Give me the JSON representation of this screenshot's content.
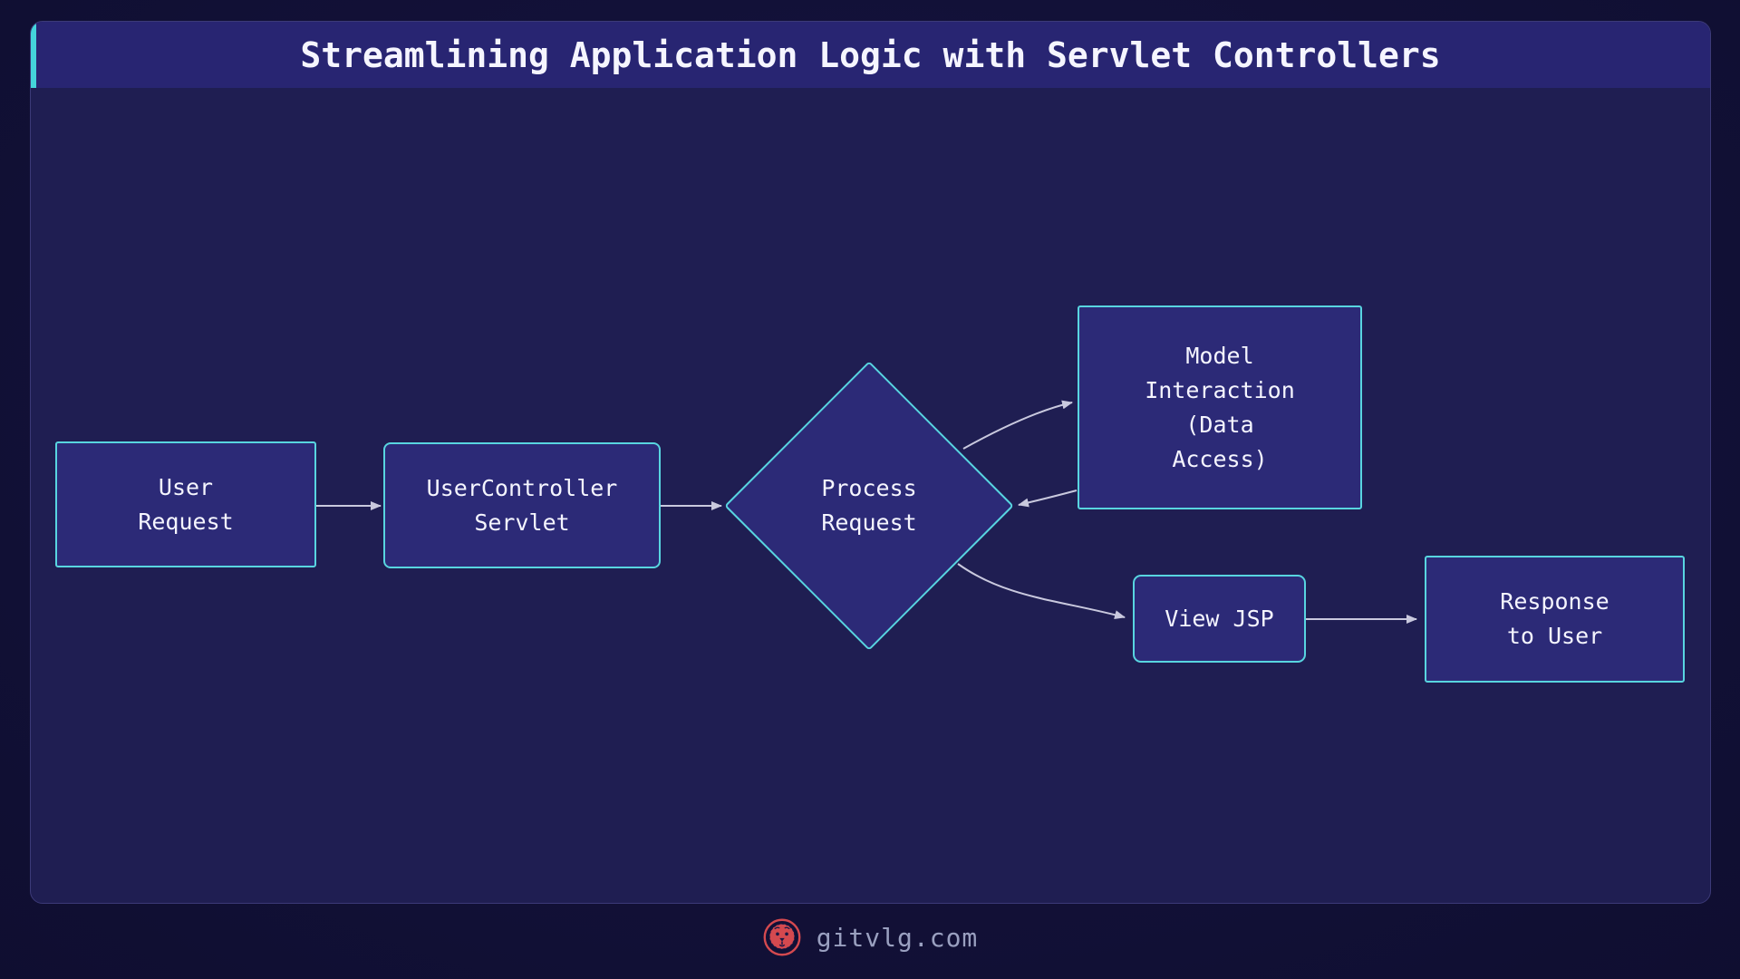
{
  "title": "Streamlining Application Logic with Servlet Controllers",
  "footer": {
    "brand": "gitvlg.com",
    "logo_icon": "lion-emblem-icon"
  },
  "theme": {
    "outer_bg": "#161441",
    "panel_bg": "#1f1e52",
    "panel_border": "#3c3a78",
    "titlebar_bg": "#282572",
    "accent_teal": "#44d4db",
    "node_fill": "#2c2a77",
    "node_border": "#58d5e0",
    "arrow": "#c9c9de",
    "text": "#f5f5ff",
    "footer_text": "#9aa0c0",
    "logo_red": "#d4494f"
  },
  "diagram": {
    "nodes": {
      "user_request": {
        "shape": "rectangle",
        "lines": [
          "User",
          "Request"
        ]
      },
      "usercontroller_servlet": {
        "shape": "rectangle",
        "lines": [
          "UserController",
          "Servlet"
        ]
      },
      "process_request": {
        "shape": "diamond",
        "lines": [
          "Process",
          "Request"
        ]
      },
      "model_interaction": {
        "shape": "rectangle",
        "lines": [
          "Model",
          "Interaction",
          "(Data",
          "Access)"
        ]
      },
      "view_jsp": {
        "shape": "rectangle",
        "lines": [
          "View JSP"
        ]
      },
      "response_to_user": {
        "shape": "rectangle",
        "lines": [
          "Response",
          "to User"
        ]
      }
    },
    "edges": [
      {
        "from": "user_request",
        "to": "usercontroller_servlet",
        "style": "straight-arrow"
      },
      {
        "from": "usercontroller_servlet",
        "to": "process_request",
        "style": "straight-arrow"
      },
      {
        "from": "process_request",
        "to": "model_interaction",
        "style": "curved-arrow"
      },
      {
        "from": "model_interaction",
        "to": "process_request",
        "style": "curved-arrow"
      },
      {
        "from": "process_request",
        "to": "view_jsp",
        "style": "curved-arrow"
      },
      {
        "from": "view_jsp",
        "to": "response_to_user",
        "style": "straight-arrow"
      }
    ]
  }
}
